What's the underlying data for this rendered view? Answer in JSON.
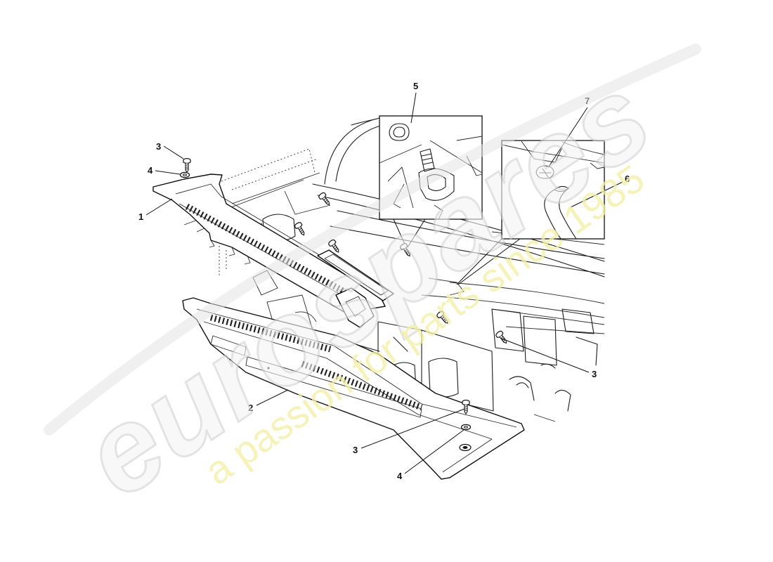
{
  "diagram": {
    "callouts": [
      "3",
      "4",
      "1",
      "5",
      "7",
      "6",
      "3",
      "2",
      "3",
      "4"
    ]
  },
  "watermark": {
    "brand": "eurospares",
    "tagline": "a passion for parts since 1985"
  },
  "colors": {
    "line": "#1c1c1c",
    "background": "#ffffff",
    "watermark_brand": "#d2d2d2",
    "watermark_tagline": "#f3f0a6"
  }
}
